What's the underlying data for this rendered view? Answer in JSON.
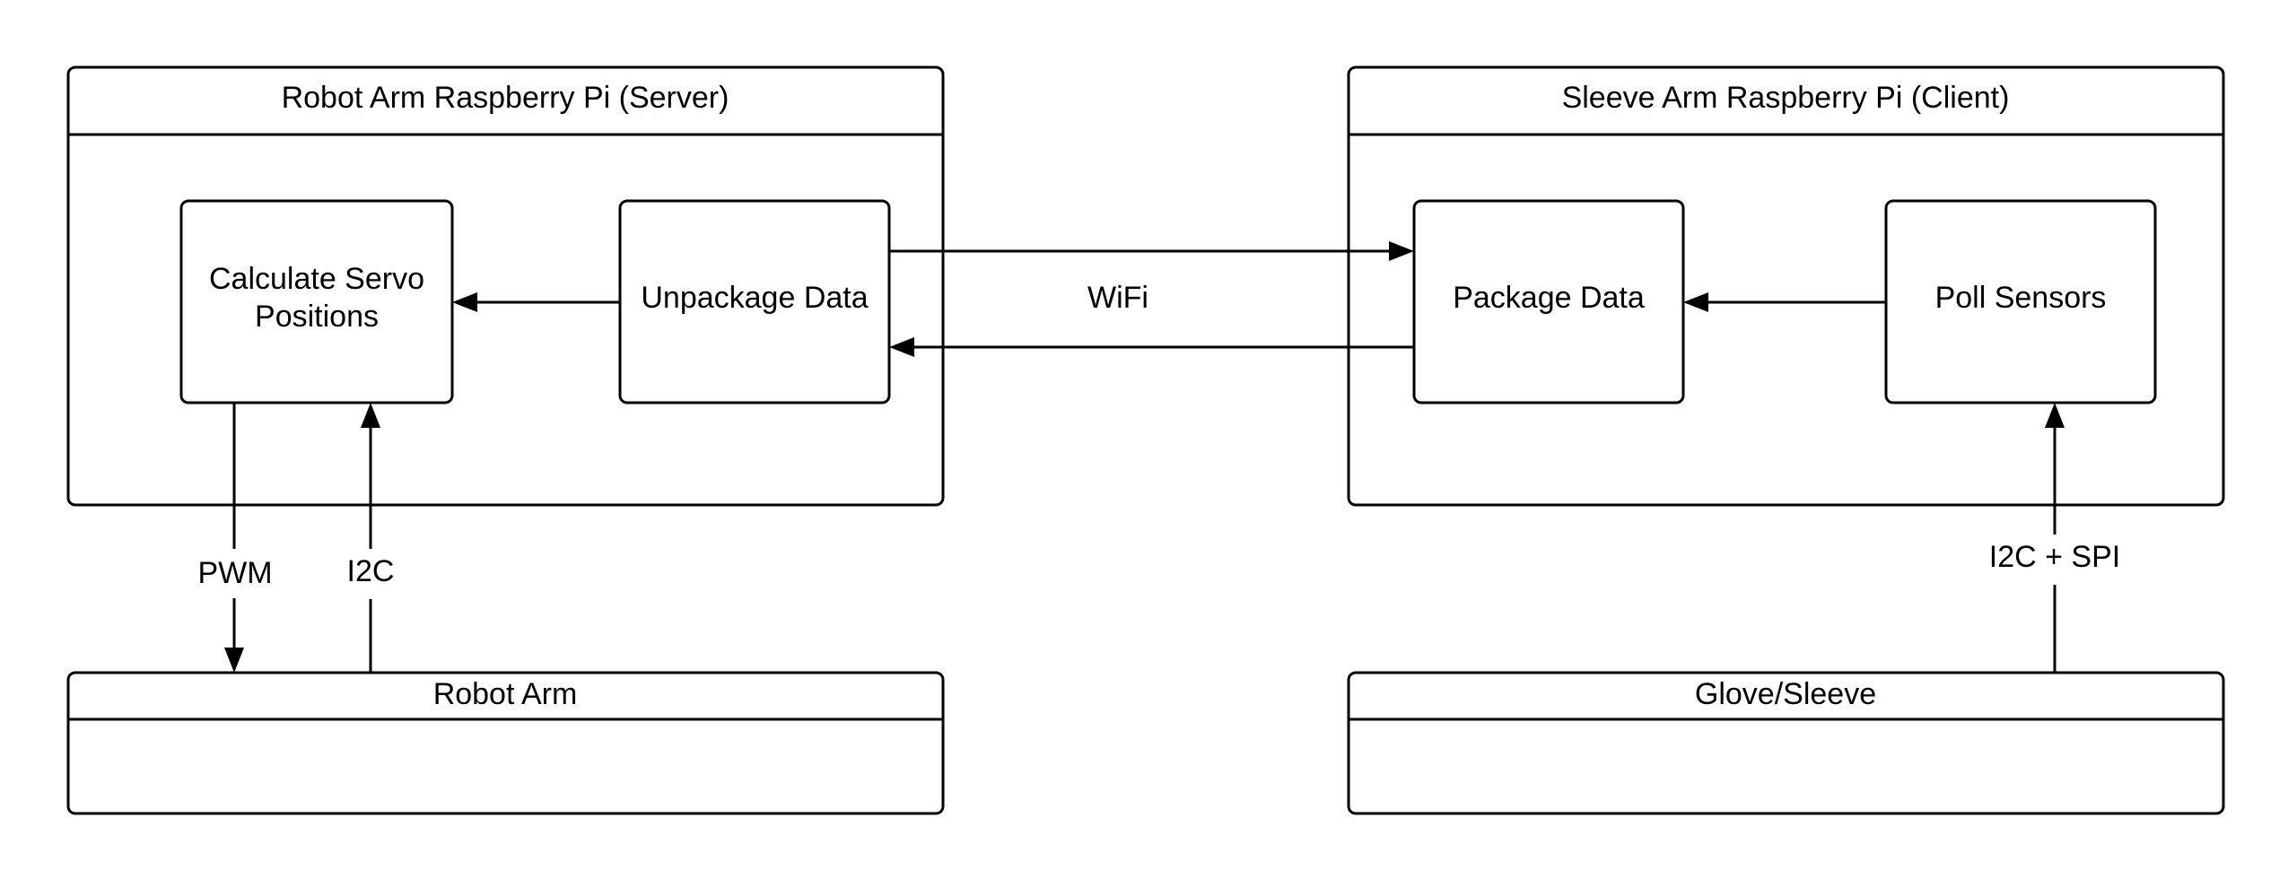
{
  "containers": {
    "server": {
      "title": "Robot Arm Raspberry Pi (Server)"
    },
    "client": {
      "title": "Sleeve Arm Raspberry Pi (Client)"
    },
    "robot_arm": {
      "title": "Robot Arm"
    },
    "glove": {
      "title": "Glove/Sleeve"
    }
  },
  "processes": {
    "calculate": {
      "line1": "Calculate Servo",
      "line2": "Positions"
    },
    "unpackage": {
      "label": "Unpackage Data"
    },
    "package": {
      "label": "Package Data"
    },
    "poll": {
      "label": "Poll Sensors"
    }
  },
  "connections": {
    "wifi": "WiFi",
    "pwm": "PWM",
    "i2c": "I2C",
    "i2c_spi": "I2C + SPI"
  },
  "colors": {
    "stroke": "#000000",
    "fill": "#ffffff",
    "text": "#000000"
  }
}
